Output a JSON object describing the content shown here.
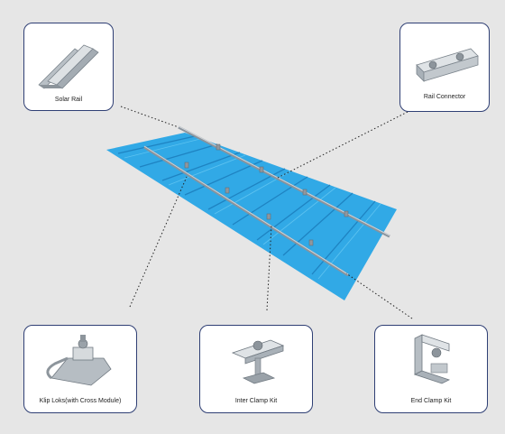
{
  "components": [
    {
      "id": "solar-rail",
      "label": "Solar Rail"
    },
    {
      "id": "rail-connector",
      "label": "Rail Connector"
    },
    {
      "id": "klip-loks",
      "label": "Klip Loks(with Cross Module)"
    },
    {
      "id": "inter-clamp",
      "label": "Inter Clamp Kit"
    },
    {
      "id": "end-clamp",
      "label": "End Clamp Kit"
    }
  ],
  "colors": {
    "background": "#e6e6e6",
    "card_border": "#2f3f74",
    "roof": "#31a9e6",
    "rail": "#9ea6ae"
  }
}
